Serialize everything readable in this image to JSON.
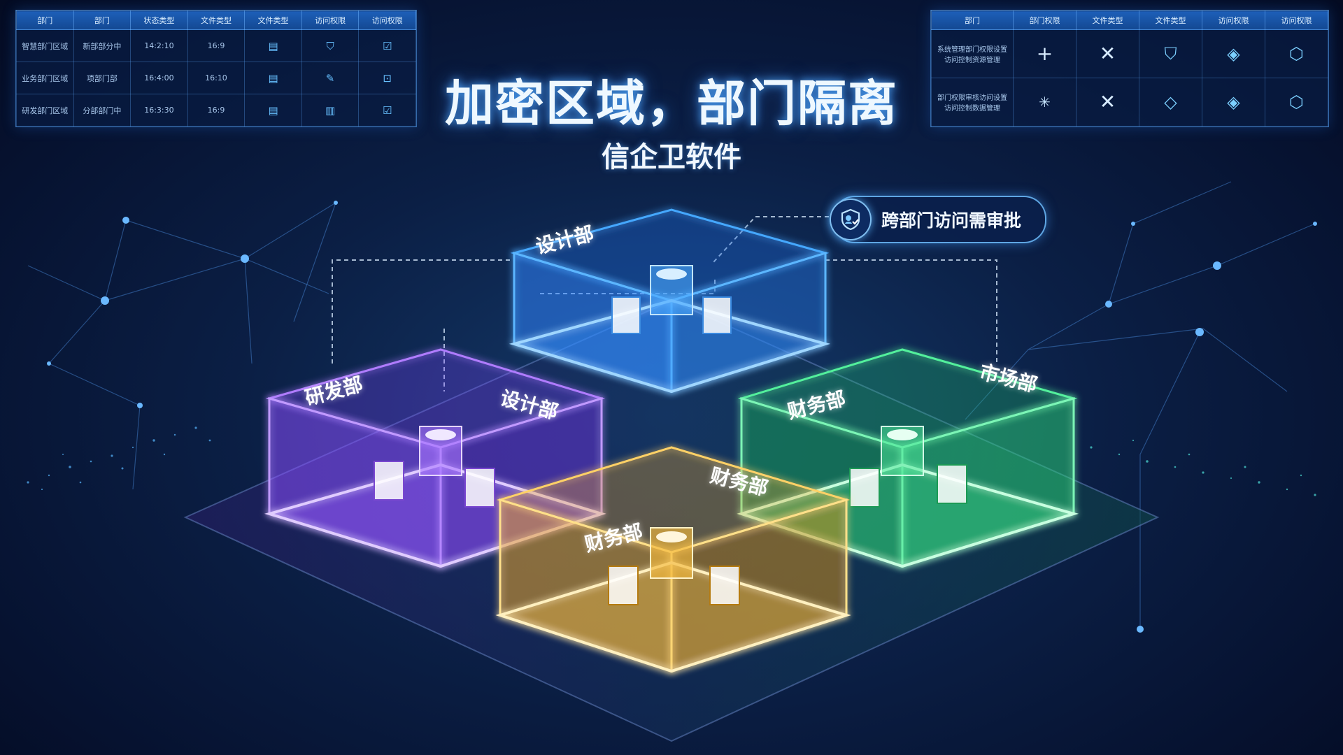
{
  "title": "加密区域，部门隔离",
  "subtitle": "信企卫软件",
  "approval_badge": {
    "label": "跨部门访问需审批"
  },
  "left_table": {
    "headers": [
      "部门",
      "部门",
      "状态类型",
      "文件类型",
      "文件类型",
      "访问权限",
      "访问权限"
    ],
    "rows": [
      [
        "智慧部门区域",
        "新部部分中",
        "14:2:10",
        "16:9"
      ],
      [
        "业务部门区域",
        "项部门部",
        "16:4:00",
        "16:10"
      ],
      [
        "研发部门区域",
        "分部部门中",
        "16:3:30",
        "16:9"
      ]
    ]
  },
  "right_table": {
    "headers": [
      "部门",
      "部门权限",
      "文件类型",
      "文件类型",
      "访问权限",
      "访问权限"
    ],
    "rows": [
      {
        "label_line1": "系统管理部门权限设置",
        "label_line2": "访问控制资源管理"
      },
      {
        "label_line1": "部门权限审核访问设置",
        "label_line2": "访问控制数据管理"
      }
    ]
  },
  "zones": [
    {
      "id": "design-top",
      "label": "设计部",
      "color": "#2f8cff"
    },
    {
      "id": "rnd",
      "label": "研发部",
      "label2": "设计部",
      "color": "#9a5cff"
    },
    {
      "id": "finance-center",
      "label": "财务部",
      "label2": "财务部",
      "color": "#f2b530"
    },
    {
      "id": "market",
      "label": "市场部",
      "label2": "财务部",
      "color": "#3de38a"
    }
  ]
}
